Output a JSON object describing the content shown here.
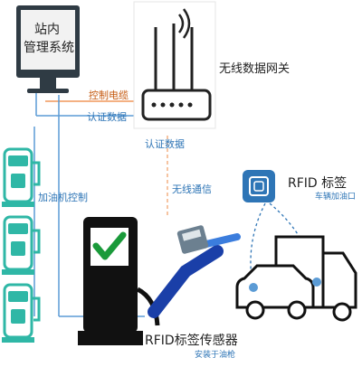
{
  "computer": {
    "line1": "站内",
    "line2": "管理系统"
  },
  "gateway": {
    "label": "无线数据网关"
  },
  "links": {
    "control_cable": "控制电缆",
    "auth_data_top": "认证数据",
    "auth_data_mid": "认证数据",
    "wireless": "无线通信",
    "pump_control": "加油机控制"
  },
  "rfid_tag": {
    "title": "RFID 标签",
    "subtitle": "车辆加油口"
  },
  "sensor": {
    "title": "RFID标签传感器",
    "subtitle": "安装于油枪"
  },
  "colors": {
    "blue_line": "#5b9bd5",
    "orange_line": "#f4b183",
    "teal": "#2fb7a6",
    "label_blue": "#2e75b6",
    "label_orange": "#c55a11"
  }
}
